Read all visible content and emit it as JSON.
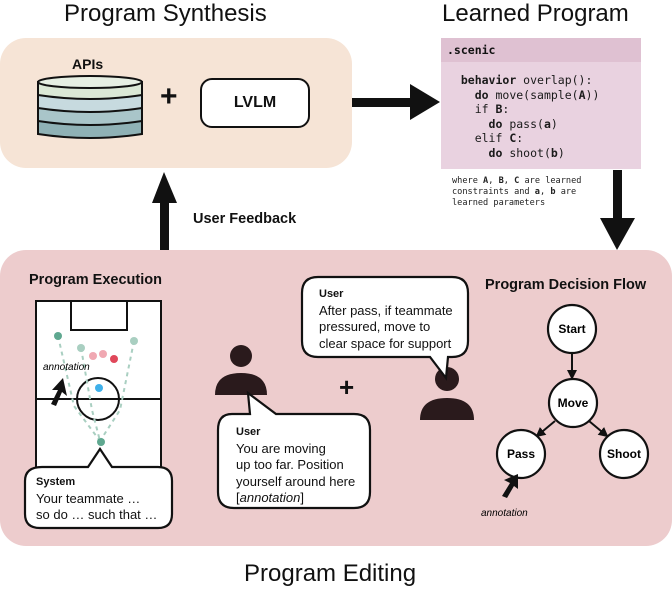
{
  "titles": {
    "program_synthesis": "Program Synthesis",
    "learned_program": "Learned Program",
    "program_editing": "Program Editing"
  },
  "synthesis": {
    "apis_label": "APIs",
    "plus": "+",
    "lvlm_label": "LVLM",
    "db_layer_colors": [
      "#dbe8d6",
      "#c7dadf",
      "#a9c5c9",
      "#8fb1b5"
    ]
  },
  "learned_program": {
    "file_name": ".scenic",
    "code_lines": [
      {
        "kw": "behavior",
        "rest": " overlap():",
        "indent": 1
      },
      {
        "kw": "do",
        "rest": " move(sample(",
        "bold_arg": "A",
        "tail": "))",
        "indent": 2
      },
      {
        "kw": "",
        "rest": "if ",
        "bold_arg": "B",
        "tail": ":",
        "indent": 2
      },
      {
        "kw": "do",
        "rest": " pass(",
        "bold_arg": "a",
        "tail": ")",
        "indent": 3
      },
      {
        "kw": "",
        "rest": "elif ",
        "bold_arg": "C",
        "tail": ":",
        "indent": 2
      },
      {
        "kw": "do",
        "rest": " shoot(",
        "bold_arg": "b",
        "tail": ")",
        "indent": 3
      }
    ],
    "note_lines": [
      "where A, B, C are learned",
      "constraints and a, b are",
      "learned parameters"
    ]
  },
  "feedback": {
    "label": "User Feedback"
  },
  "execution": {
    "title": "Program Execution",
    "annotation": "annotation",
    "system_bubble": {
      "speaker": "System",
      "lines": [
        "Your teammate …",
        "so do … such that …"
      ]
    },
    "colors": {
      "teammate": "#5fa890",
      "teammate_faded": "#a9cfc1",
      "opponent": "#e0475a",
      "opponent_faded": "#f0a8b2",
      "ball": "#3fb0ea"
    }
  },
  "users": {
    "plus": "+",
    "bubble_top": {
      "speaker": "User",
      "lines": [
        "After pass, if teammate",
        "pressured, move to",
        "clear space for support"
      ]
    },
    "bubble_bottom": {
      "speaker": "User",
      "lines": [
        "You are moving",
        "up too far. Position",
        "yourself around here"
      ],
      "last_line_italic": "annotation"
    }
  },
  "decision_flow": {
    "title": "Program Decision Flow",
    "nodes": [
      "Start",
      "Move",
      "Pass",
      "Shoot"
    ],
    "annotation": "annotation"
  },
  "colors": {
    "synthesis_bg": "#f6e4d6",
    "editing_bg": "#edcccd",
    "code_bg": "#e9d2e0"
  }
}
